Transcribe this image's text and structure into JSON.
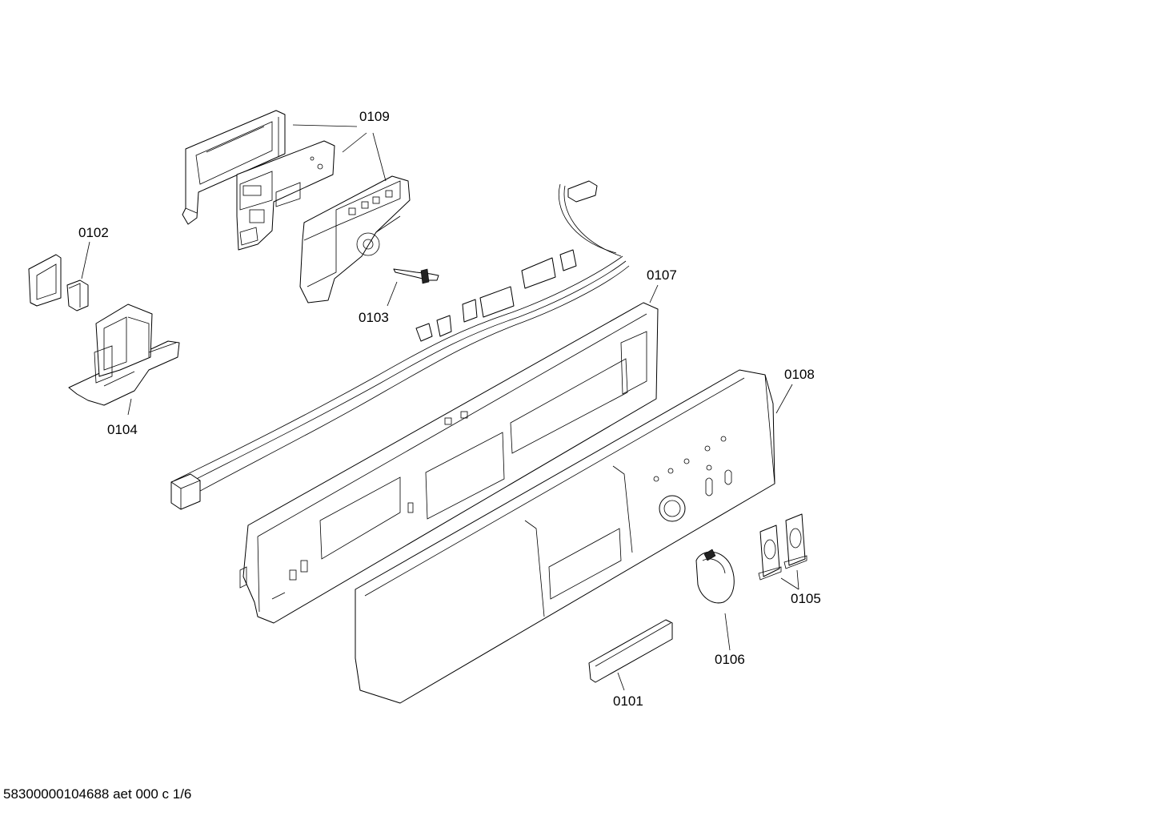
{
  "drawing": {
    "footer_text": "58300000104688 aet 000 c 1/6"
  },
  "parts": [
    {
      "id": "0101"
    },
    {
      "id": "0102"
    },
    {
      "id": "0103"
    },
    {
      "id": "0104"
    },
    {
      "id": "0105"
    },
    {
      "id": "0106"
    },
    {
      "id": "0107"
    },
    {
      "id": "0108"
    },
    {
      "id": "0109"
    }
  ]
}
